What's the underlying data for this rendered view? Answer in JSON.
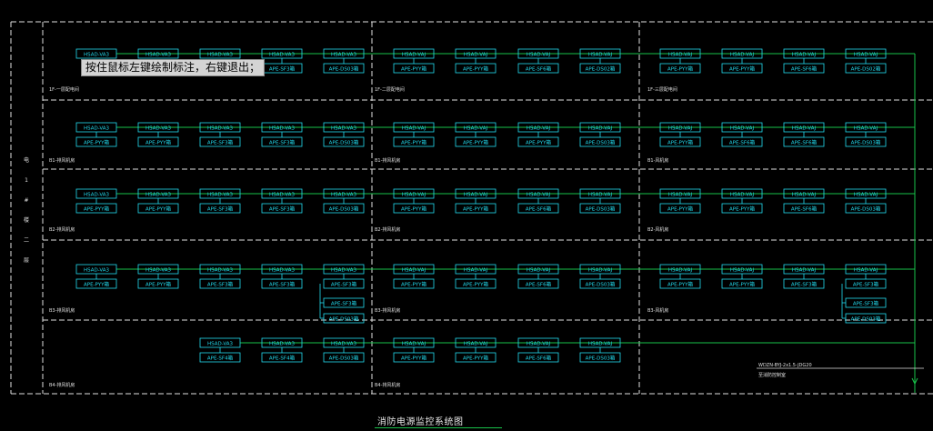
{
  "canvas": {
    "background": "#000000",
    "colors": {
      "frame": "#e0e0e0",
      "box": "#22dcf0",
      "bus": "#19c24a",
      "text": "#22dcf0",
      "label": "#e0e0e0"
    }
  },
  "tooltip": {
    "text": "按住鼠标左键绘制标注，右键退出；"
  },
  "drawing_title": "消防电源监控系统图",
  "left_column_label": [
    "电",
    "1",
    "#",
    "楼",
    "二",
    "层"
  ],
  "trunk_label": {
    "line1": "WDZN-BYJ-2x1.5-JDG20",
    "line2": "至消防控制室"
  },
  "rows": [
    {
      "floor_labels": [
        "1F-一层配电间",
        "1F-二层配电间",
        "1F-三层配电间"
      ],
      "modules": [
        {
          "top": "HSAD-VA3",
          "bottom": "",
          "bottom2": "",
          "group": 0
        },
        {
          "top": "HSAD-VA3",
          "bottom": "",
          "bottom2": "",
          "group": 0
        },
        {
          "top": "HSAD-VA3",
          "bottom": "",
          "bottom2": "",
          "group": 0
        },
        {
          "top": "HSAD-VA3",
          "bottom": "APE-SF3箱",
          "bottom2": "",
          "group": 0
        },
        {
          "top": "HSAD-VA3",
          "bottom": "APE-DS03箱",
          "bottom2": "",
          "group": 0
        },
        {
          "top": "HSAD-VAJ",
          "bottom": "APE-PYY箱",
          "bottom2": "",
          "group": 1
        },
        {
          "top": "HSAD-VAJ",
          "bottom": "APE-PYY箱",
          "bottom2": "",
          "group": 1
        },
        {
          "top": "HSAD-VAJ",
          "bottom": "APE-SF6箱",
          "bottom2": "",
          "group": 1
        },
        {
          "top": "HSAD-VAJ",
          "bottom": "APE-DS02箱",
          "bottom2": "",
          "group": 1
        },
        {
          "top": "HSAD-VAJ",
          "bottom": "APE-PYY箱",
          "bottom2": "",
          "group": 2
        },
        {
          "top": "HSAD-VAJ",
          "bottom": "APE-PYY箱",
          "bottom2": "",
          "group": 2
        },
        {
          "top": "HSAD-VAJ",
          "bottom": "APE-SF6箱",
          "bottom2": "",
          "group": 2
        },
        {
          "top": "HSAD-VAJ",
          "bottom": "APE-DS02箱",
          "bottom2": "",
          "group": 2
        }
      ]
    },
    {
      "floor_labels": [
        "B1-排风机房",
        "B1-排风机房",
        "B1-风机房"
      ],
      "modules": [
        {
          "top": "HSAD-VA3",
          "bottom": "APE-PYY箱",
          "bottom2": "",
          "group": 0
        },
        {
          "top": "HSAD-VA3",
          "bottom": "APE-PYY箱",
          "bottom2": "",
          "group": 0
        },
        {
          "top": "HSAD-VA3",
          "bottom": "APE-SF3箱",
          "bottom2": "",
          "group": 0
        },
        {
          "top": "HSAD-VA3",
          "bottom": "APE-SF3箱",
          "bottom2": "",
          "group": 0
        },
        {
          "top": "HSAD-VA3",
          "bottom": "APE-DS03箱",
          "bottom2": "",
          "group": 0
        },
        {
          "top": "HSAD-VAJ",
          "bottom": "APE-PYY箱",
          "bottom2": "",
          "group": 1
        },
        {
          "top": "HSAD-VAJ",
          "bottom": "APE-PYY箱",
          "bottom2": "",
          "group": 1
        },
        {
          "top": "HSAD-VAJ",
          "bottom": "APE-PYY箱",
          "bottom2": "",
          "group": 1
        },
        {
          "top": "HSAD-VAJ",
          "bottom": "APE-DS03箱",
          "bottom2": "",
          "group": 1
        },
        {
          "top": "HSAD-VAJ",
          "bottom": "APE-PYY箱",
          "bottom2": "",
          "group": 2
        },
        {
          "top": "HSAD-VAJ",
          "bottom": "APE-SF6箱",
          "bottom2": "",
          "group": 2
        },
        {
          "top": "HSAD-VAJ",
          "bottom": "APE-SF6箱",
          "bottom2": "",
          "group": 2
        },
        {
          "top": "HSAD-VAJ",
          "bottom": "APE-DS03箱",
          "bottom2": "",
          "group": 2
        }
      ]
    },
    {
      "floor_labels": [
        "B2-排风机房",
        "B2-排风机房",
        "B2-风机房"
      ],
      "modules": [
        {
          "top": "HSAD-VA3",
          "bottom": "APE-PYY箱",
          "bottom2": "",
          "group": 0
        },
        {
          "top": "HSAD-VA3",
          "bottom": "APE-PYY箱",
          "bottom2": "",
          "group": 0
        },
        {
          "top": "HSAD-VA3",
          "bottom": "APE-SF3箱",
          "bottom2": "",
          "group": 0
        },
        {
          "top": "HSAD-VA3",
          "bottom": "APE-SF3箱",
          "bottom2": "",
          "group": 0
        },
        {
          "top": "HSAD-VA3",
          "bottom": "APE-DS03箱",
          "bottom2": "",
          "group": 0
        },
        {
          "top": "HSAD-VAJ",
          "bottom": "APE-PYY箱",
          "bottom2": "",
          "group": 1
        },
        {
          "top": "HSAD-VAJ",
          "bottom": "APE-PYY箱",
          "bottom2": "",
          "group": 1
        },
        {
          "top": "HSAD-VAJ",
          "bottom": "APE-SF6箱",
          "bottom2": "",
          "group": 1
        },
        {
          "top": "HSAD-VAJ",
          "bottom": "APE-DS03箱",
          "bottom2": "",
          "group": 1
        },
        {
          "top": "HSAD-VAJ",
          "bottom": "APE-PYY箱",
          "bottom2": "",
          "group": 2
        },
        {
          "top": "HSAD-VAJ",
          "bottom": "APE-PYY箱",
          "bottom2": "",
          "group": 2
        },
        {
          "top": "HSAD-VAJ",
          "bottom": "APE-SF6箱",
          "bottom2": "",
          "group": 2
        },
        {
          "top": "HSAD-VAJ",
          "bottom": "APE-DS03箱",
          "bottom2": "",
          "group": 2
        }
      ]
    },
    {
      "floor_labels": [
        "B3-排风机房",
        "B3-排风机房",
        "B3-风机房"
      ],
      "modules": [
        {
          "top": "HSAD-VA3",
          "bottom": "APE-PYY箱",
          "bottom2": "",
          "group": 0
        },
        {
          "top": "HSAD-VA3",
          "bottom": "APE-PYY箱",
          "bottom2": "",
          "group": 0
        },
        {
          "top": "HSAD-VA3",
          "bottom": "APE-SF3箱",
          "bottom2": "",
          "group": 0
        },
        {
          "top": "HSAD-VA3",
          "bottom": "APE-SF3箱",
          "bottom2": "",
          "group": 0
        },
        {
          "top": "HSAD-VA3",
          "bottom": "APE-SF3箱",
          "bottom2": "APE-SF3箱",
          "bottom3": "APE-DS03箱",
          "group": 0
        },
        {
          "top": "HSAD-VAJ",
          "bottom": "APE-PYY箱",
          "bottom2": "",
          "group": 1
        },
        {
          "top": "HSAD-VAJ",
          "bottom": "APE-PYY箱",
          "bottom2": "",
          "group": 1
        },
        {
          "top": "HSAD-VAJ",
          "bottom": "APE-SF6箱",
          "bottom2": "",
          "group": 1
        },
        {
          "top": "HSAD-VAJ",
          "bottom": "APE-DS03箱",
          "bottom2": "",
          "group": 1
        },
        {
          "top": "HSAD-VAJ",
          "bottom": "APE-PYY箱",
          "bottom2": "",
          "group": 2
        },
        {
          "top": "HSAD-VAJ",
          "bottom": "APE-PYY箱",
          "bottom2": "",
          "group": 2
        },
        {
          "top": "HSAD-VAJ",
          "bottom": "APE-SF3箱",
          "bottom2": "",
          "group": 2
        },
        {
          "top": "HSAD-VAJ",
          "bottom": "APE-SF3箱",
          "bottom2": "APE-SF3箱",
          "bottom3": "APE-DS03箱",
          "group": 2
        }
      ]
    },
    {
      "floor_labels": [
        "B4-排风机房",
        "B4-排风机房",
        ""
      ],
      "modules": [
        {
          "top": "HSAD-VA3",
          "bottom": "APE-SF4箱",
          "bottom2": "",
          "group": 0,
          "col": 2
        },
        {
          "top": "HSAD-VA3",
          "bottom": "APE-SF4箱",
          "bottom2": "",
          "group": 0,
          "col": 3
        },
        {
          "top": "HSAD-VA3",
          "bottom": "APE-DS03箱",
          "bottom2": "",
          "group": 0,
          "col": 4
        },
        {
          "top": "HSAD-VAJ",
          "bottom": "APE-PYY箱",
          "bottom2": "",
          "group": 1,
          "col": 5
        },
        {
          "top": "HSAD-VAJ",
          "bottom": "APE-PYY箱",
          "bottom2": "",
          "group": 1,
          "col": 6
        },
        {
          "top": "HSAD-VAJ",
          "bottom": "APE-SF6箱",
          "bottom2": "",
          "group": 1,
          "col": 7
        },
        {
          "top": "HSAD-VAJ",
          "bottom": "APE-DS03箱",
          "bottom2": "",
          "group": 1,
          "col": 8
        }
      ]
    }
  ]
}
